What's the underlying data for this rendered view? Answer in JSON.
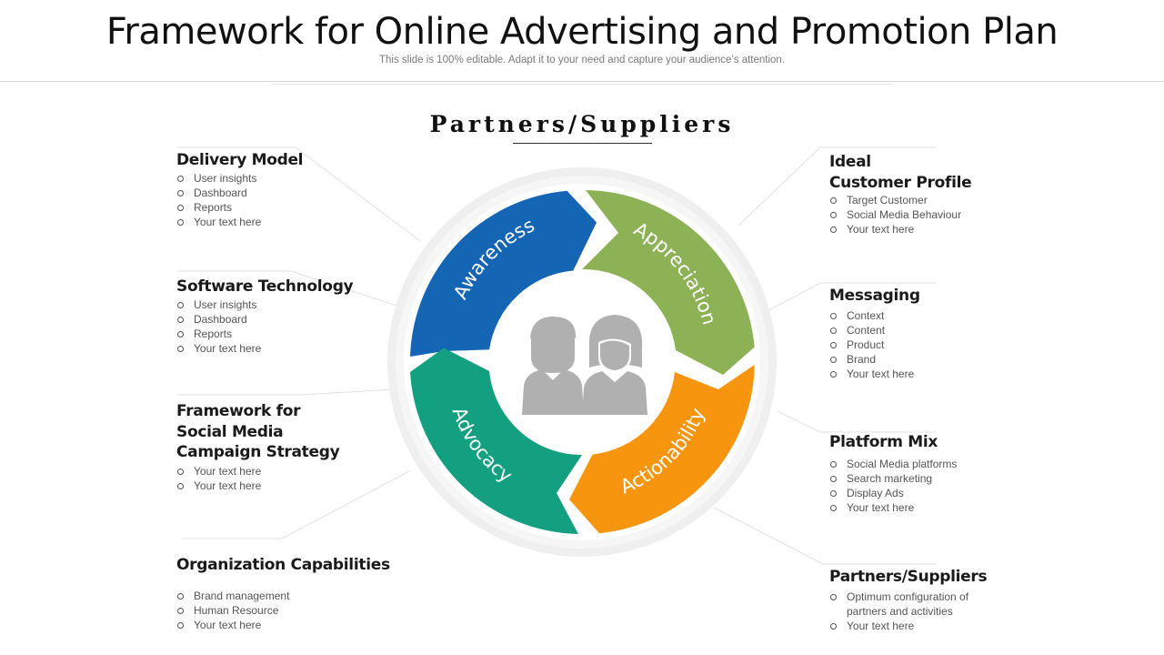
{
  "header": {
    "title": "Framework for Online Advertising and Promotion Plan",
    "subtitle": "This slide is 100% editable. Adapt it to your need and capture your audience’s attention."
  },
  "center_heading": "Partners/Suppliers",
  "cycle": {
    "segments": [
      {
        "label": "Awareness",
        "color": "#1565b5"
      },
      {
        "label": "Appreciation",
        "color": "#8db256"
      },
      {
        "label": "Actionability",
        "color": "#f7950e"
      },
      {
        "label": "Advocacy",
        "color": "#13a081"
      }
    ],
    "center_icon": "people-pair-icon",
    "icon_color": "#b0b0b0",
    "ring_color": "#efefef"
  },
  "left_blocks": [
    {
      "title": "Delivery Model",
      "items": [
        "User insights",
        "Dashboard",
        "Reports",
        "Your text here"
      ]
    },
    {
      "title": "Software Technology",
      "items": [
        "User insights",
        "Dashboard",
        "Reports",
        "Your text here"
      ]
    },
    {
      "title_lines": [
        "Framework for",
        "Social Media",
        "Campaign Strategy"
      ],
      "items": [
        "Your text here",
        "Your text here"
      ]
    },
    {
      "title": "Organization Capabilities",
      "items": [
        "Brand management",
        "Human Resource",
        "Your text here"
      ]
    }
  ],
  "right_blocks": [
    {
      "title_lines": [
        "Ideal",
        "Customer Profile"
      ],
      "items": [
        "Target Customer",
        "Social Media Behaviour",
        "Your text here"
      ]
    },
    {
      "title": "Messaging",
      "items": [
        "Context",
        "Content",
        "Product",
        "Brand",
        "Your text here"
      ]
    },
    {
      "title": "Platform Mix",
      "items": [
        "Social Media platforms",
        "Search marketing",
        "Display Ads",
        "Your text here"
      ]
    },
    {
      "title": "Partners/Suppliers",
      "items_lines": [
        [
          "Optimum configuration of",
          "partners and activities"
        ]
      ],
      "items": [
        "Your text here"
      ]
    }
  ]
}
